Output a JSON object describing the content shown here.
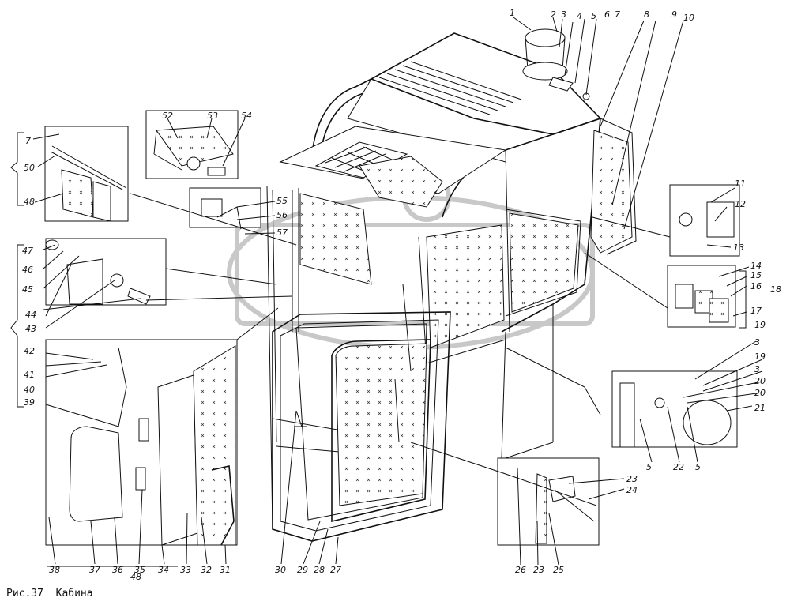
{
  "caption": "Рис.37  Кабина",
  "callouts": {
    "c1": "1",
    "c2": "2",
    "c3": "3",
    "c4": "4",
    "c5": "5",
    "c6": "6",
    "c7": "7",
    "c8": "8",
    "c9": "9",
    "c10": "10",
    "c11": "11",
    "c12": "12",
    "c13": "13",
    "c14": "14",
    "c15": "15",
    "c16": "16",
    "c17": "17",
    "c18": "18",
    "c19": "19",
    "c19b": "19",
    "c3b": "3",
    "c3c": "3",
    "c20": "20",
    "c20b": "20",
    "c21": "21",
    "c22": "22",
    "c5b": "5",
    "c5c": "5",
    "c23": "23",
    "c23b": "23",
    "c24": "24",
    "c25": "25",
    "c26": "26",
    "c27": "27",
    "c28": "28",
    "c29": "29",
    "c30": "30",
    "c31": "31",
    "c32": "32",
    "c33": "33",
    "c34": "34",
    "c35": "35",
    "c36": "36",
    "c37": "37",
    "c38": "38",
    "c39": "39",
    "c40": "40",
    "c41": "41",
    "c42": "42",
    "c43": "43",
    "c44": "44",
    "c45": "45",
    "c46": "46",
    "c47": "47",
    "c48": "48",
    "c48b": "48",
    "c50": "50",
    "c7b": "7",
    "c52": "52",
    "c53": "53",
    "c54": "54",
    "c55": "55",
    "c56": "56",
    "c57": "57"
  }
}
